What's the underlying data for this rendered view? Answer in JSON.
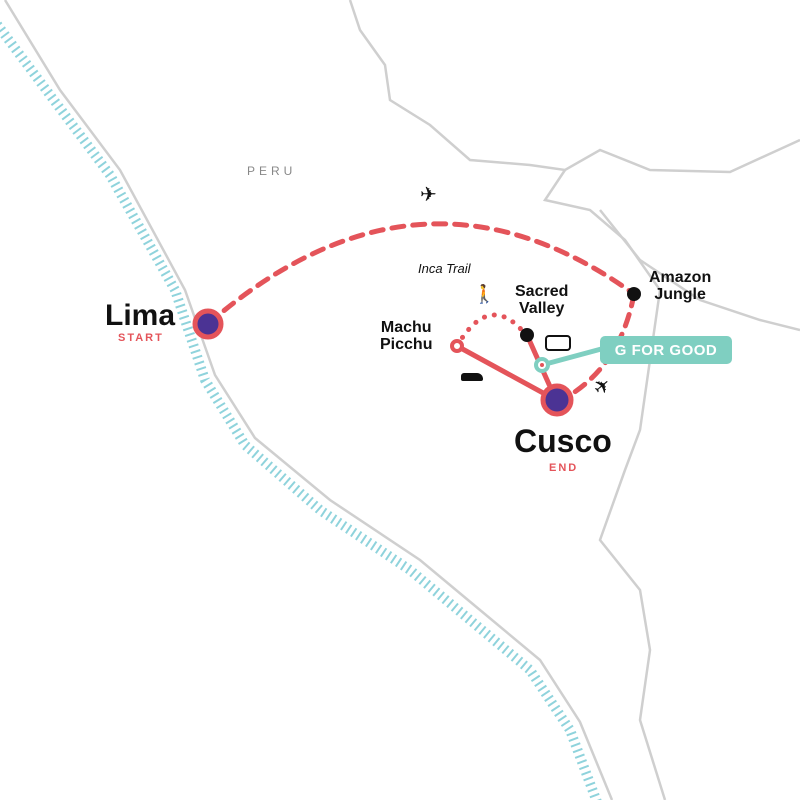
{
  "country": "PERU",
  "places": {
    "lima": {
      "name": "Lima",
      "tag": "START"
    },
    "cusco": {
      "name": "Cusco",
      "tag": "END"
    },
    "machu_picchu": {
      "name": "Machu\nPicchu"
    },
    "sacred_valley": {
      "name": "Sacred\nValley"
    },
    "amazon": {
      "name": "Amazon\nJungle"
    },
    "inca_trail": "Inca Trail"
  },
  "badge": "G FOR GOOD",
  "colors": {
    "route": "#e4545a",
    "stop": "#4b3394",
    "badge": "#7fcfc1",
    "border": "#cccccc",
    "coast": "#8fd3dc"
  },
  "icons": [
    "plane-icon",
    "hiker-icon",
    "bus-icon",
    "train-icon"
  ]
}
